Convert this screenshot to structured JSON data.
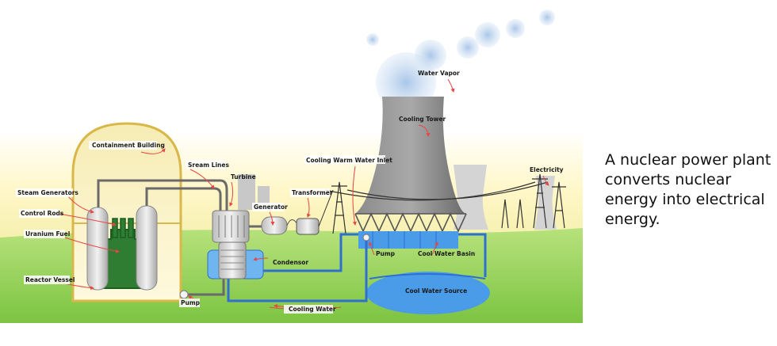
{
  "labels": {
    "containment_building": "Containment Building",
    "stream_lines": "Sream Lines",
    "turbine": "Turbine",
    "generator": "Generator",
    "transformer": "Transformer",
    "cooling_warm_water_inlet": "Cooling Warm Water Inlet",
    "cooling_tower": "Cooling Tower",
    "water_vapor": "Water Vapor",
    "electricity": "Electricity",
    "steam_generators": "Steam Generators",
    "control_rods": "Control Rods",
    "uranium_fuel": "Uranium Fuel",
    "reactor_vessel": "Reactor Vessel",
    "pump_left": "Pump",
    "condensor": "Condensor",
    "pump_right": "Pump",
    "cool_water_basin": "Cool Water Basin",
    "cool_water_source": "Cool Water Source",
    "cooling_water": "Cooling Water"
  },
  "caption": "A nuclear power plant converts nuclear energy into electrical energy.",
  "colors": {
    "grass": "#8fd14f",
    "containment": "#f2e49a",
    "reactor_core": "#2e7d32",
    "pipe": "#6a6a6a",
    "cold_pipe": "#2e6fd0",
    "tower": "#7d7d7d",
    "water": "#4a9be8",
    "arrow": "#e84545"
  }
}
